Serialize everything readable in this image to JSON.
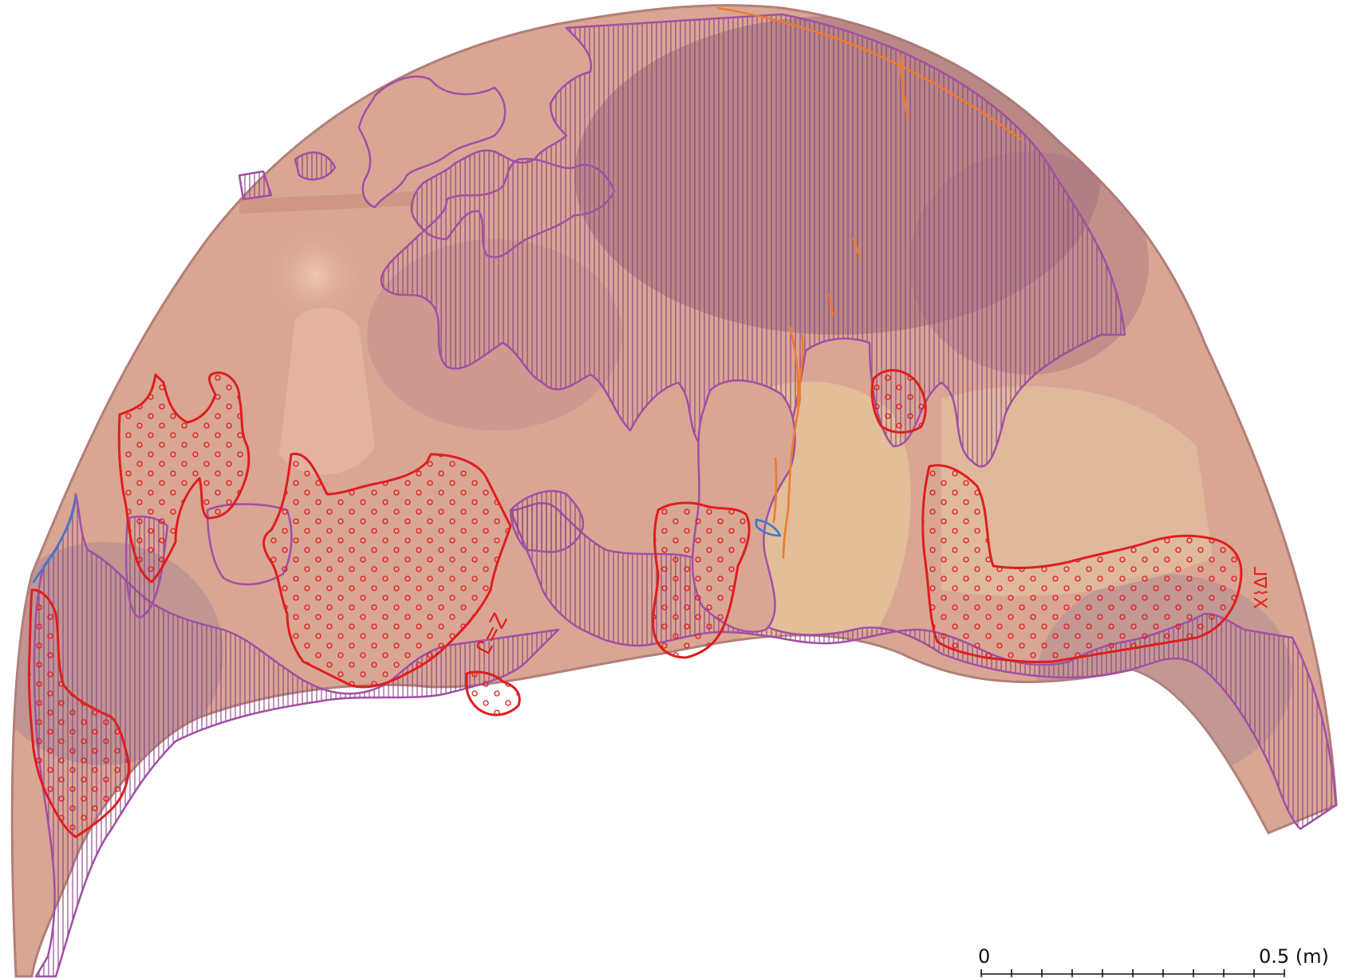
{
  "figure": {
    "colors": {
      "mural_base": "#d9a694",
      "mural_dark": "#9e6f78",
      "mural_figure": "#e6b9a6",
      "lower_ochre": "#e3c49a",
      "hatch_purple": "#8a3f86",
      "hatch_outline": "#a24ea6",
      "loss_red": "#e01d1d",
      "crack_orange": "#f07a2e",
      "water_blue": "#3b7bd4",
      "scale_ink": "#111111"
    },
    "annotations": {
      "glyph_mark_a": "Ꮭ=Ꮓ",
      "glyph_mark_b": "ᒧ∇⌇X"
    }
  },
  "scale_bar": {
    "start_label": "0",
    "end_label": "0.5 (m)",
    "segments": 10
  }
}
